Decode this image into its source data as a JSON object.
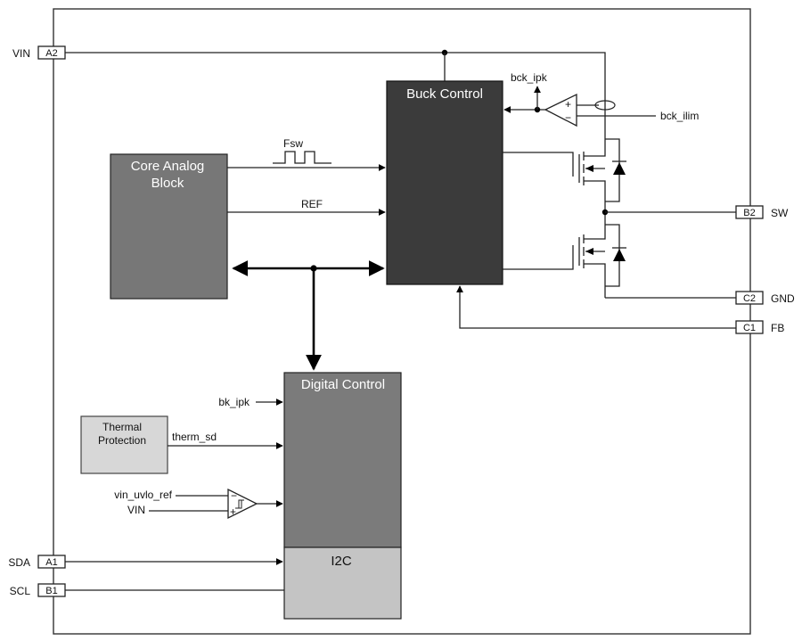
{
  "blocks": {
    "buck_control": "Buck Control",
    "core_analog_line1": "Core Analog",
    "core_analog_line2": "Block",
    "digital_control": "Digital Control",
    "i2c": "I2C",
    "thermal_line1": "Thermal",
    "thermal_line2": "Protection"
  },
  "signals": {
    "fsw": "Fsw",
    "ref": "REF",
    "bck_ipk": "bck_ipk",
    "bck_ilim": "bck_ilim",
    "bk_ipk": "bk_ipk",
    "therm_sd": "therm_sd",
    "vin_uvlo_ref": "vin_uvlo_ref",
    "vin": "VIN"
  },
  "pins": {
    "vin": {
      "id": "A2",
      "name": "VIN"
    },
    "sw": {
      "id": "B2",
      "name": "SW"
    },
    "gnd": {
      "id": "C2",
      "name": "GND"
    },
    "fb": {
      "id": "C1",
      "name": "FB"
    },
    "sda": {
      "id": "A1",
      "name": "SDA"
    },
    "scl": {
      "id": "B1",
      "name": "SCL"
    }
  },
  "comparator_signs": {
    "plus": "+",
    "minus": "−"
  },
  "colors": {
    "buck_control": "#3b3b3b",
    "core_analog": "#777777",
    "digital_control": "#7b7b7b",
    "i2c": "#c4c4c4",
    "thermal": "#d7d7d7"
  }
}
